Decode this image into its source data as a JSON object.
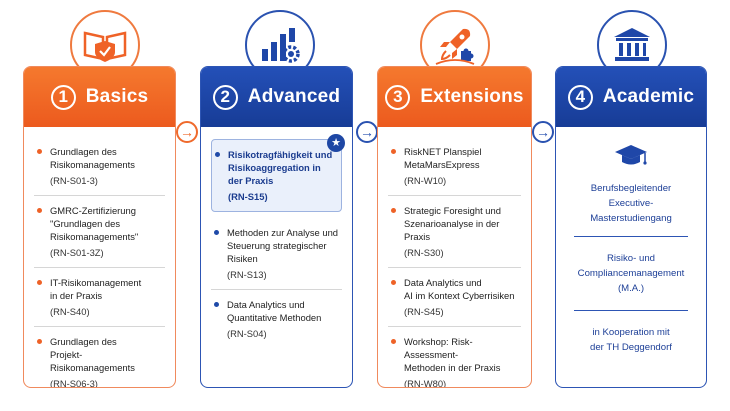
{
  "columns": [
    {
      "number": "1",
      "title": "Basics",
      "icon": "book-shield-icon",
      "items": [
        {
          "text": "Grundlagen des\nRisikomanagements",
          "code": "(RN-S01-3)"
        },
        {
          "text": "GMRC-Zertifizierung\n\"Grundlagen des\nRisikomanagements\"",
          "code": "(RN-S01-3Z)"
        },
        {
          "text": "IT-Risikomanagement\nin der Praxis",
          "code": "(RN-S40)"
        },
        {
          "text": "Grundlagen des\nProjekt-Risikomanagements",
          "code": "(RN-S06-3)"
        }
      ]
    },
    {
      "number": "2",
      "title": "Advanced",
      "icon": "chart-gear-icon",
      "highlight": {
        "text": "Risikotragfähigkeit und\nRisikoaggregation in der Praxis",
        "code": "(RN-S15)"
      },
      "items": [
        {
          "text": "Methoden zur Analyse und\nSteuerung strategischer\nRisiken",
          "code": "(RN-S13)"
        },
        {
          "text": "Data Analytics und\nQuantitative Methoden",
          "code": "(RN-S04)"
        }
      ]
    },
    {
      "number": "3",
      "title": "Extensions",
      "icon": "rocket-puzzle-icon",
      "items": [
        {
          "text": "RiskNET Planspiel\nMetaMarsExpress",
          "code": "(RN-W10)"
        },
        {
          "text": "Strategic Foresight und\nSzenarioanalyse in der\nPraxis",
          "code": "(RN-S30)"
        },
        {
          "text": "Data Analytics und\nAI im Kontext Cyberrisiken",
          "code": "(RN-S45)"
        },
        {
          "text": "Workshop: Risk-Assessment-\nMethoden in der Praxis",
          "code": "(RN-W80)"
        }
      ]
    },
    {
      "number": "4",
      "title": "Academic",
      "icon": "university-building-icon",
      "blocks": [
        "Berufsbegleitender\nExecutive-Masterstudiengang",
        "Risiko- und\nCompliancemanagement (M.A.)",
        "in Kooperation mit\nder TH Deggendorf"
      ]
    }
  ],
  "colors": {
    "orange": "#ef6227",
    "blue": "#1f47a8"
  }
}
